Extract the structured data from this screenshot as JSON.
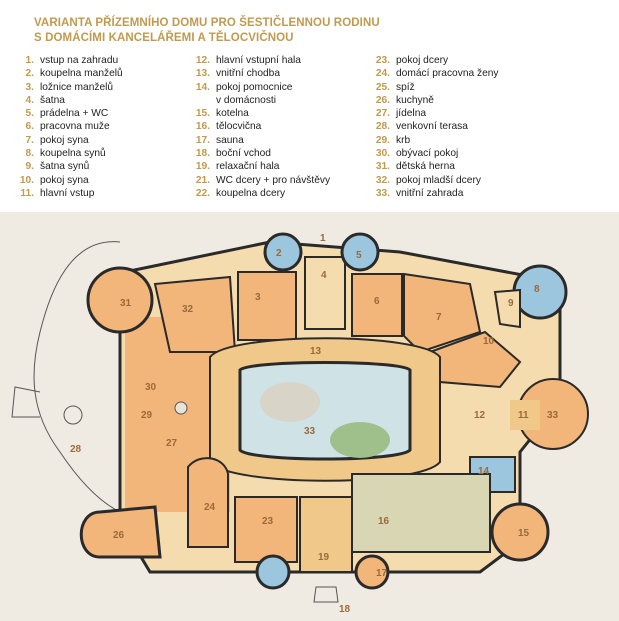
{
  "title": {
    "line1": "VARIANTA PŘÍZEMNÍHO DOMU PRO ŠESTIČLENNOU RODINU",
    "line2": "S DOMÁCÍMI KANCELÁŘEMI A TĚLOCVIČNOU"
  },
  "legend": [
    {
      "n": "1.",
      "t": "vstup na zahradu"
    },
    {
      "n": "2.",
      "t": "koupelna manželů"
    },
    {
      "n": "3.",
      "t": "ložnice manželů"
    },
    {
      "n": "4.",
      "t": "šatna"
    },
    {
      "n": "5.",
      "t": "prádelna + WC"
    },
    {
      "n": "6.",
      "t": "pracovna muže"
    },
    {
      "n": "7.",
      "t": "pokoj syna"
    },
    {
      "n": "8.",
      "t": "koupelna synů"
    },
    {
      "n": "9.",
      "t": "šatna synů"
    },
    {
      "n": "10.",
      "t": "pokoj syna"
    },
    {
      "n": "11.",
      "t": "hlavní vstup"
    },
    {
      "n": "12.",
      "t": "hlavní vstupní hala"
    },
    {
      "n": "13.",
      "t": "vnitřní chodba"
    },
    {
      "n": "14.",
      "t": "pokoj pomocnice",
      "t2": "v domácnosti"
    },
    {
      "n": "15.",
      "t": "kotelna"
    },
    {
      "n": "16.",
      "t": "tělocvična"
    },
    {
      "n": "17.",
      "t": "sauna"
    },
    {
      "n": "18.",
      "t": "boční vchod"
    },
    {
      "n": "19.",
      "t": "relaxační hala"
    },
    {
      "n": "21.",
      "t": "WC dcery + pro návštěvy"
    },
    {
      "n": "22.",
      "t": "koupelna dcery"
    },
    {
      "n": "23.",
      "t": "pokoj dcery"
    },
    {
      "n": "24.",
      "t": "domácí pracovna ženy"
    },
    {
      "n": "25.",
      "t": "spíž"
    },
    {
      "n": "26.",
      "t": "kuchyně"
    },
    {
      "n": "27.",
      "t": "jídelna"
    },
    {
      "n": "28.",
      "t": "venkovní terasa"
    },
    {
      "n": "29.",
      "t": "krb"
    },
    {
      "n": "30.",
      "t": "obývací pokoj"
    },
    {
      "n": "31.",
      "t": "dětská herna"
    },
    {
      "n": "32.",
      "t": "pokoj mladší dcery"
    },
    {
      "n": "33.",
      "t": "vnitřní zahrada"
    }
  ],
  "plan_labels": [
    "1",
    "2",
    "3",
    "4",
    "5",
    "6",
    "7",
    "8",
    "9",
    "10",
    "11",
    "12",
    "13",
    "14",
    "15",
    "16",
    "17",
    "18",
    "19",
    "23",
    "24",
    "26",
    "27",
    "28",
    "29",
    "30",
    "31",
    "32",
    "33",
    "33"
  ],
  "colors": {
    "accent": "#c09a4e",
    "corridor": "#f0c98a",
    "room_orange": "#f2b57a",
    "room_light": "#f5dcae",
    "gym": "#d9d6b4",
    "blue": "#9bc6de",
    "wall": "#2a2a2a",
    "paper": "#efebe3",
    "garden": "#cfe3e6"
  }
}
